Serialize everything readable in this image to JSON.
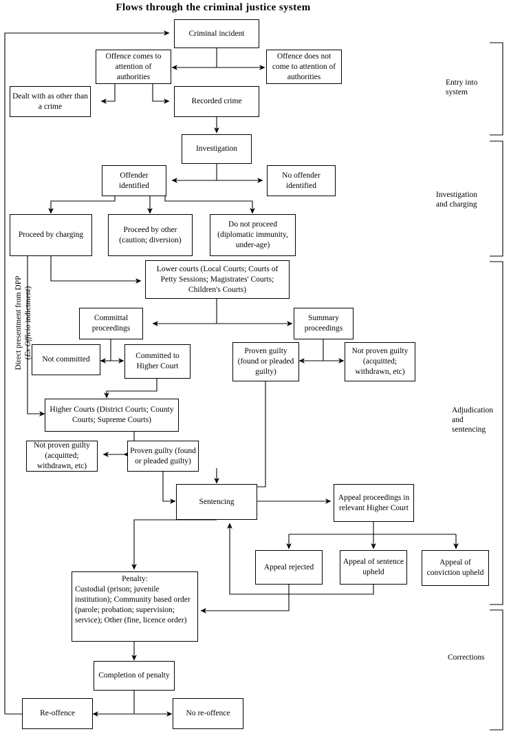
{
  "title": "Flows through the criminal justice system",
  "annotation": {
    "dpp_line1": "Direct presentment from DPP",
    "dpp_line2_open": "(",
    "dpp_line2_italic": "Ex Officio",
    "dpp_line2_close": " indictment)"
  },
  "phases": [
    {
      "id": "entry",
      "label": "Entry into system"
    },
    {
      "id": "investigation",
      "label": "Investigation and charging"
    },
    {
      "id": "adjudication",
      "label": "Adjudication and sentencing"
    },
    {
      "id": "corrections",
      "label": "Corrections"
    }
  ],
  "nodes": {
    "criminal_incident": "Criminal incident",
    "offence_attention": "Offence comes to attention of authorities",
    "offence_no_attention": "Offence does not come to attention of authorities",
    "dealt_other": "Dealt with as other than a crime",
    "recorded_crime": "Recorded crime",
    "investigation": "Investigation",
    "offender_identified": "Offender identified",
    "no_offender_identified": "No offender identified",
    "proceed_charging": "Proceed by charging",
    "proceed_other": "Proceed by other (caution; diversion)",
    "do_not_proceed": "Do not proceed (diplomatic immunity, under-age)",
    "lower_courts": "Lower courts (Local Courts; Courts of Petty Sessions; Magistrates' Courts; Children's Courts)",
    "committal": "Committal proceedings",
    "summary": "Summary proceedings",
    "not_committed": "Not committed",
    "committed_higher": "Committed to Higher Court",
    "proven_guilty_lower": "Proven guilty (found or pleaded guilty)",
    "not_proven_lower": "Not proven guilty (acquitted; withdrawn, etc)",
    "higher_courts": "Higher Courts (District Courts; County Courts; Supreme Courts)",
    "not_proven_higher": "Not proven guilty (acquitted; withdrawn, etc)",
    "proven_guilty_higher": "Proven guilty (found or pleaded guilty)",
    "sentencing": "Sentencing",
    "appeal_proceedings": "Appeal proceedings in relevant Higher Court",
    "appeal_rejected": "Appeal rejected",
    "appeal_sentence_upheld": "Appeal of sentence upheld",
    "appeal_conviction_upheld": "Appeal of conviction upheld",
    "penalty_title": "Penalty:",
    "penalty_line1": "Custodial (prison; juvenile",
    "penalty_line2": "institution);",
    "penalty_line3": "Community based order (parole;",
    "penalty_line4": "probation; supervision; service);",
    "penalty_line5": "Other (fine, licence order)",
    "completion": "Completion of penalty",
    "reoffence": "Re-offence",
    "no_reoffence": "No re-offence"
  },
  "style": {
    "stroke": "#000000",
    "fill": "#ffffff"
  }
}
